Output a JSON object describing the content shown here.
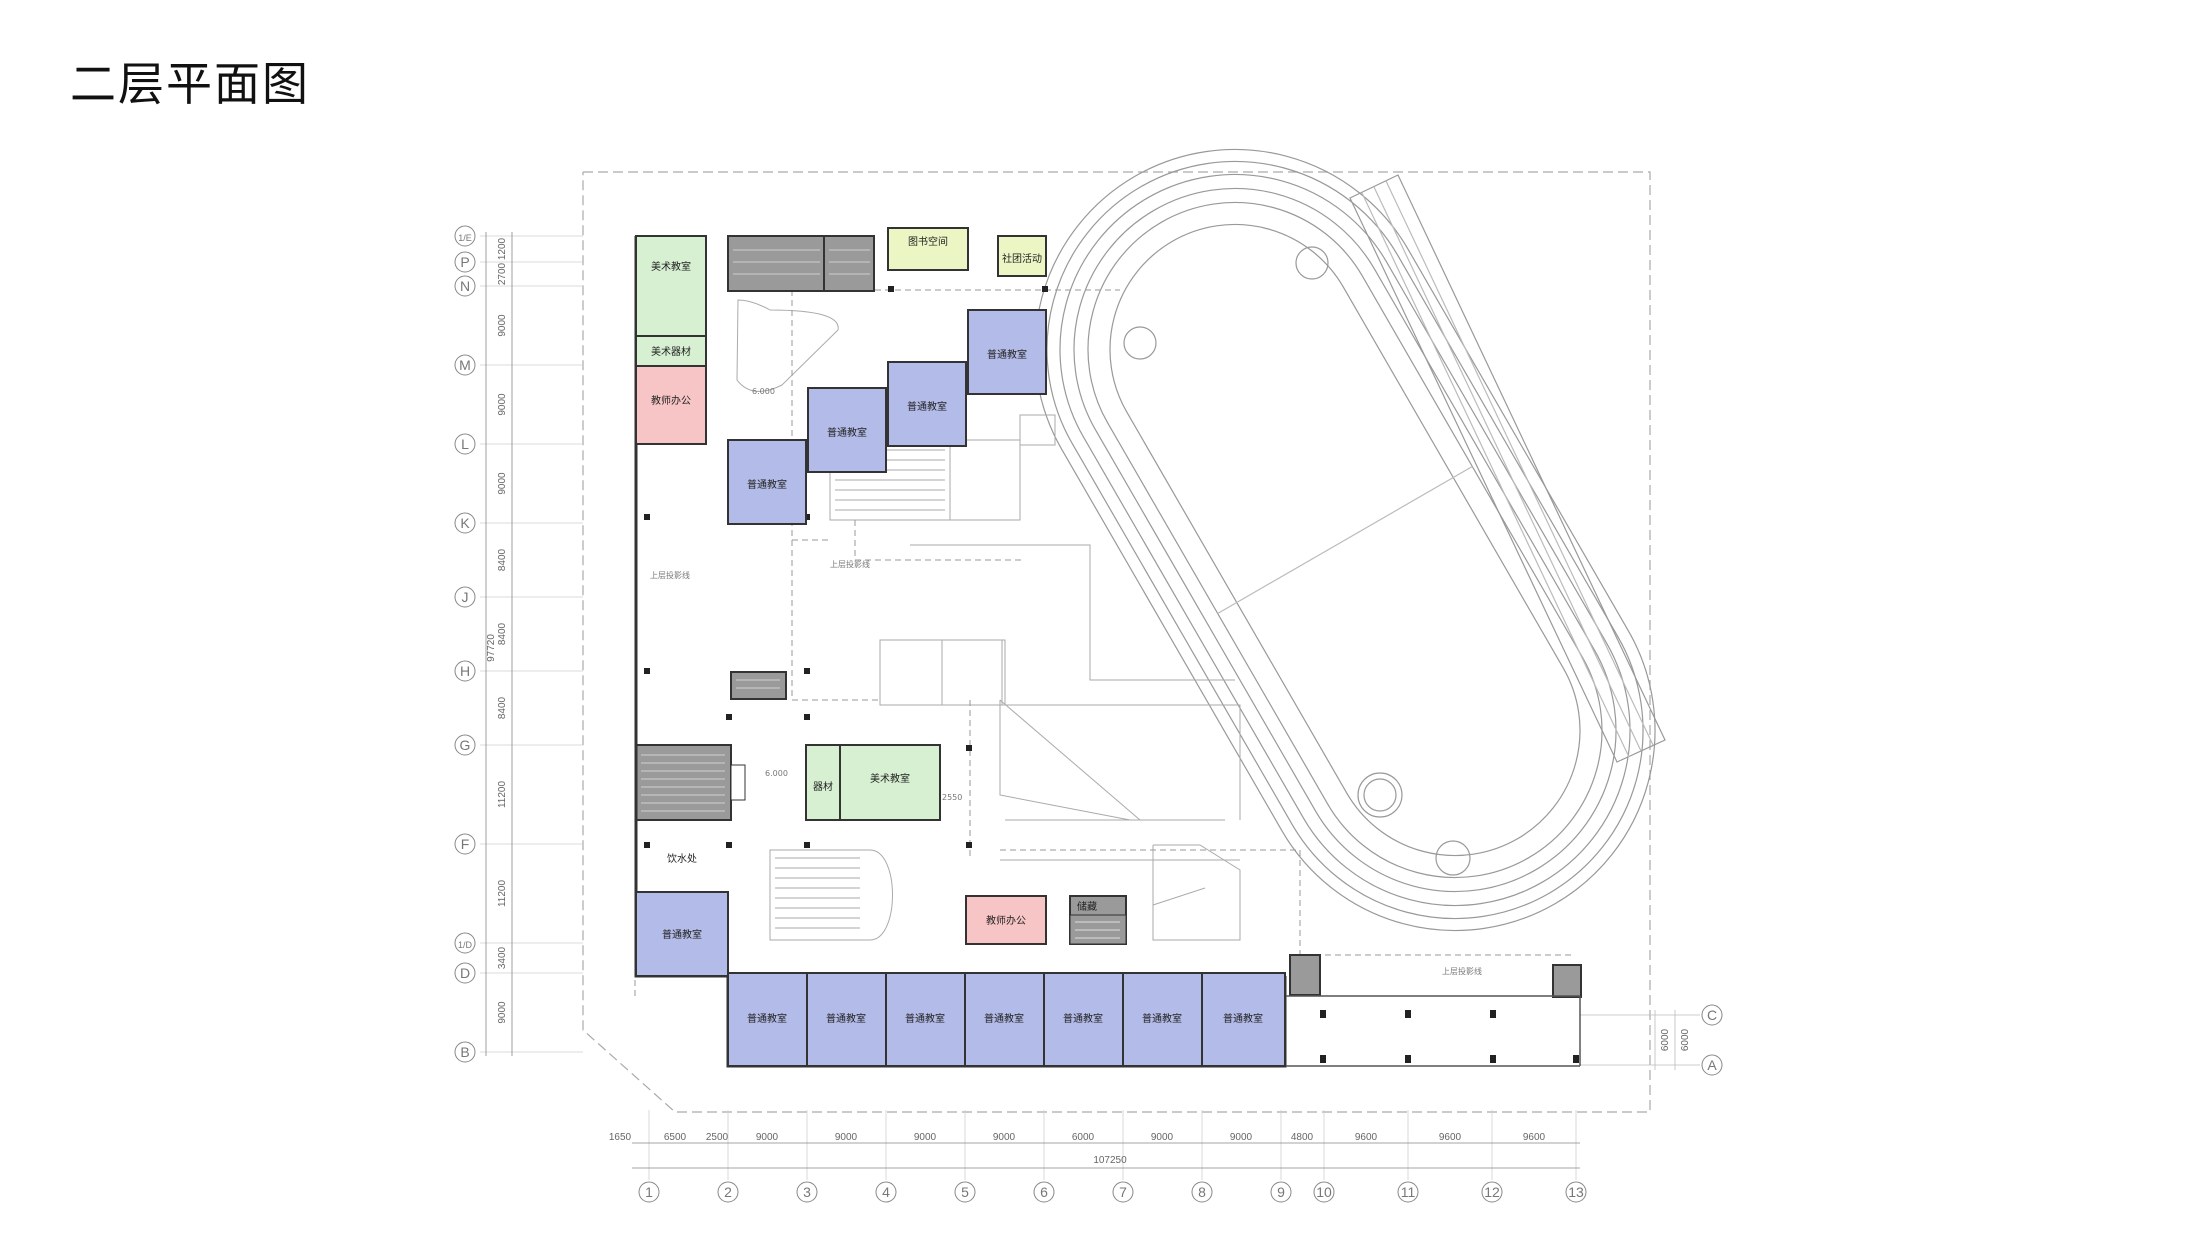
{
  "title": "二层平面图",
  "colors": {
    "classroom": "#b3bbe8",
    "art": "#d6f0d1",
    "office": "#f7c5c5",
    "library": "#ecf6c4",
    "core": "#9a9a9a",
    "wall": "#333333",
    "line": "#999999"
  },
  "rooms": {
    "art_room_top": "美术教室",
    "art_equipment_top": "美术器材",
    "teacher_office_top": "教师办公",
    "library_space": "图书空间",
    "club_activity": "社团活动",
    "classroom_a": "普通教室",
    "classroom_b": "普通教室",
    "classroom_c": "普通教室",
    "classroom_d": "普通教室",
    "equipment_mid": "器材",
    "art_room_mid": "美术教室",
    "drinking": "饮水处",
    "classroom_left": "普通教室",
    "teacher_office_bottom": "教师办公",
    "storage": "储藏",
    "bottom_classrooms": [
      "普通教室",
      "普通教室",
      "普通教室",
      "普通教室",
      "普通教室",
      "普通教室",
      "普通教室"
    ]
  },
  "annotations": {
    "upper_projection_1": "上层投影线",
    "upper_projection_2": "上层投影线",
    "upper_projection_3": "上层投影线",
    "elev_1": "6.000",
    "elev_2": "6.000",
    "dim_2550": "2550"
  },
  "row_axes": [
    "1/E",
    "P",
    "N",
    "M",
    "L",
    "K",
    "J",
    "H",
    "G",
    "F",
    "1/D",
    "D",
    "B"
  ],
  "row_dims": [
    "1200",
    "2700",
    "9000",
    "9000",
    "9000",
    "8400",
    "8400",
    "8400",
    "11200",
    "11200",
    "3400",
    "9000"
  ],
  "row_total": "97720",
  "right_axes": [
    "C",
    "A"
  ],
  "right_dims": [
    "6000",
    "6000"
  ],
  "col_axes": [
    "1",
    "2",
    "3",
    "4",
    "5",
    "6",
    "7",
    "8",
    "9",
    "10",
    "11",
    "12",
    "13"
  ],
  "col_dims": [
    "1650",
    "6500",
    "2500",
    "9000",
    "9000",
    "9000",
    "9000",
    "6000",
    "9000",
    "9000",
    "4800",
    "9600",
    "9600",
    "9600"
  ],
  "col_total": "107250"
}
